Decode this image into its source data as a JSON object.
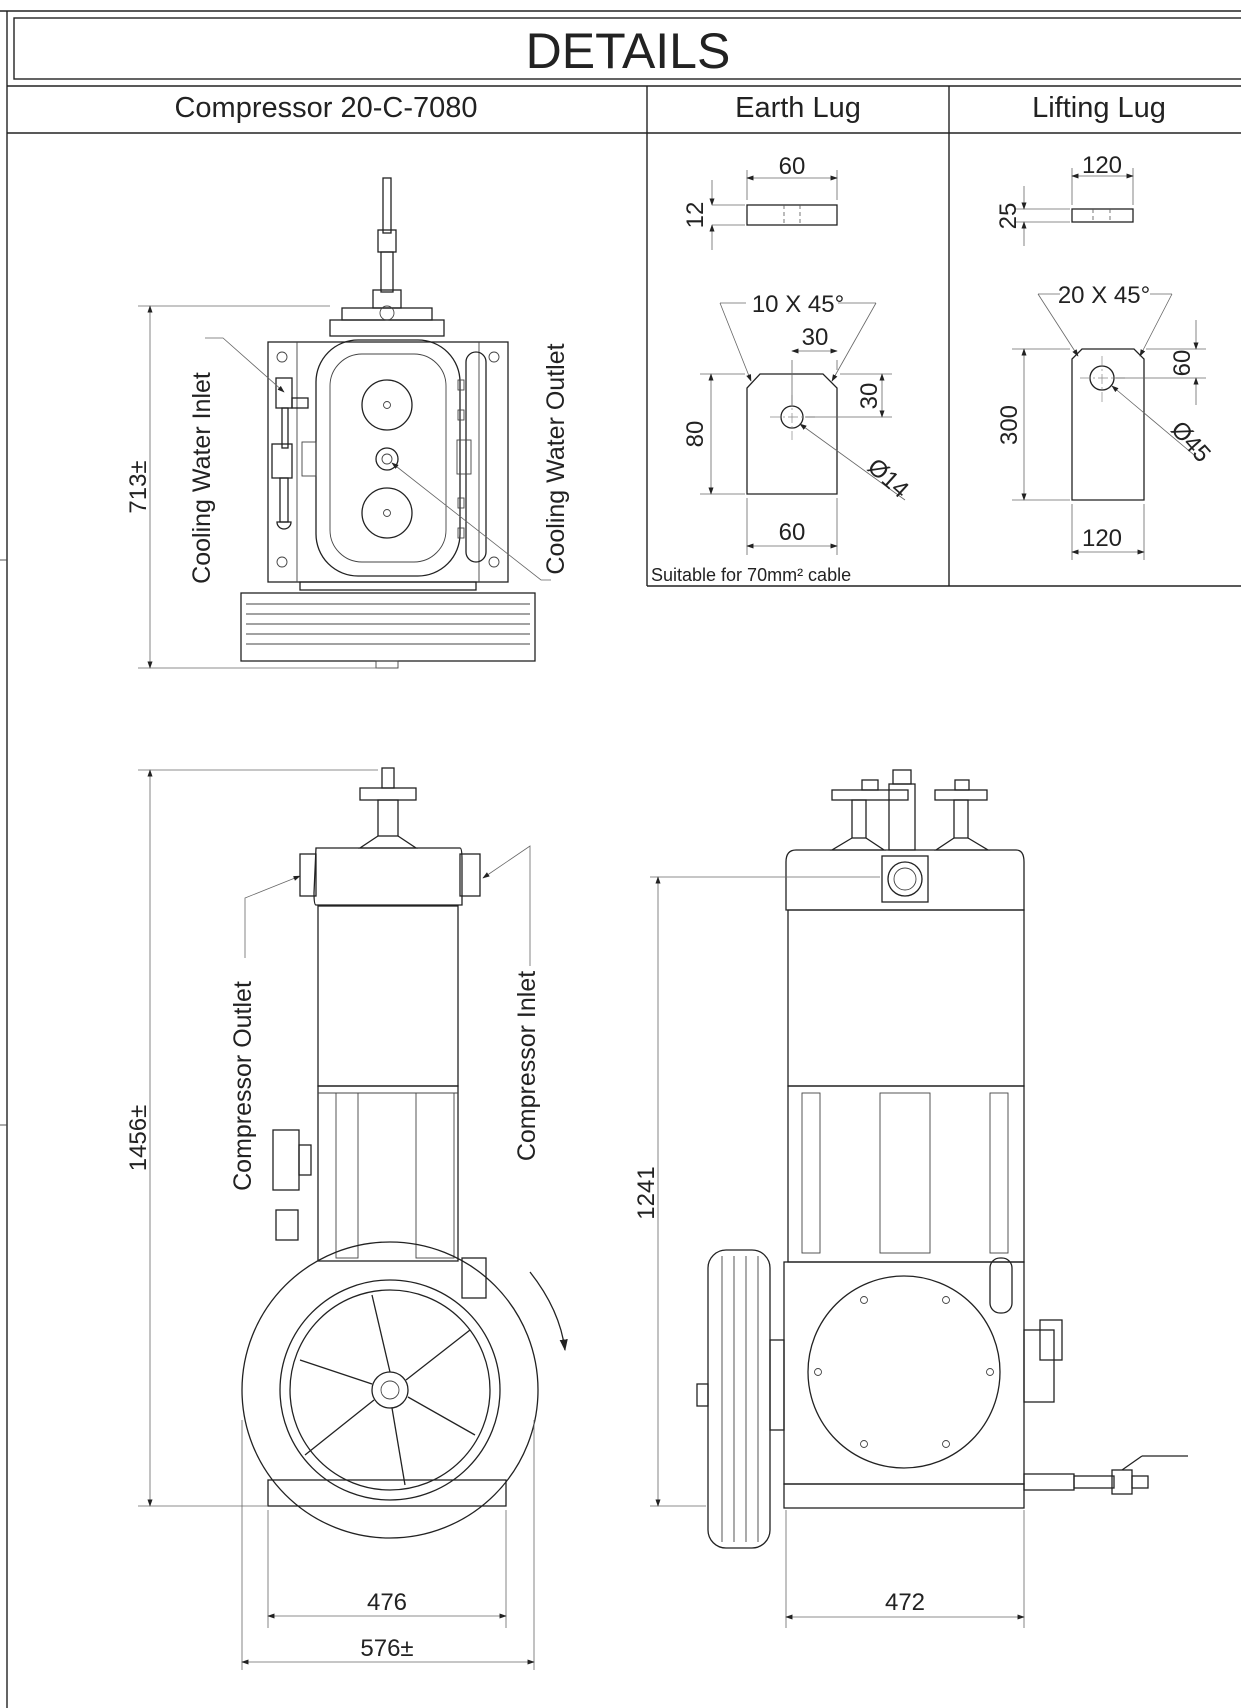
{
  "title": "DETAILS",
  "headers": {
    "compressor": "Compressor 20-C-7080",
    "earth_lug": "Earth Lug",
    "lifting_lug": "Lifting Lug"
  },
  "earth_lug": {
    "width_top": "60",
    "thickness": "12",
    "chamfer": "10 X 45°",
    "hole_offset_x": "30",
    "hole_offset_y": "30",
    "height": "80",
    "hole_dia": "Ø14",
    "width_bottom": "60",
    "note": "Suitable for 70mm² cable"
  },
  "lifting_lug": {
    "width_top": "120",
    "thickness": "25",
    "chamfer": "20 X 45°",
    "hole_offset_y": "60",
    "height": "300",
    "hole_dia": "Ø45",
    "width_bottom": "120"
  },
  "top_view": {
    "height": "713±",
    "label_inlet": "Cooling Water Inlet",
    "label_outlet": "Cooling Water Outlet"
  },
  "front_view": {
    "height": "1456±",
    "label_outlet": "Compressor Outlet",
    "label_inlet": "Compressor Inlet",
    "width_base": "476",
    "width_overall": "576±"
  },
  "side_view": {
    "height": "1241",
    "width": "472"
  }
}
